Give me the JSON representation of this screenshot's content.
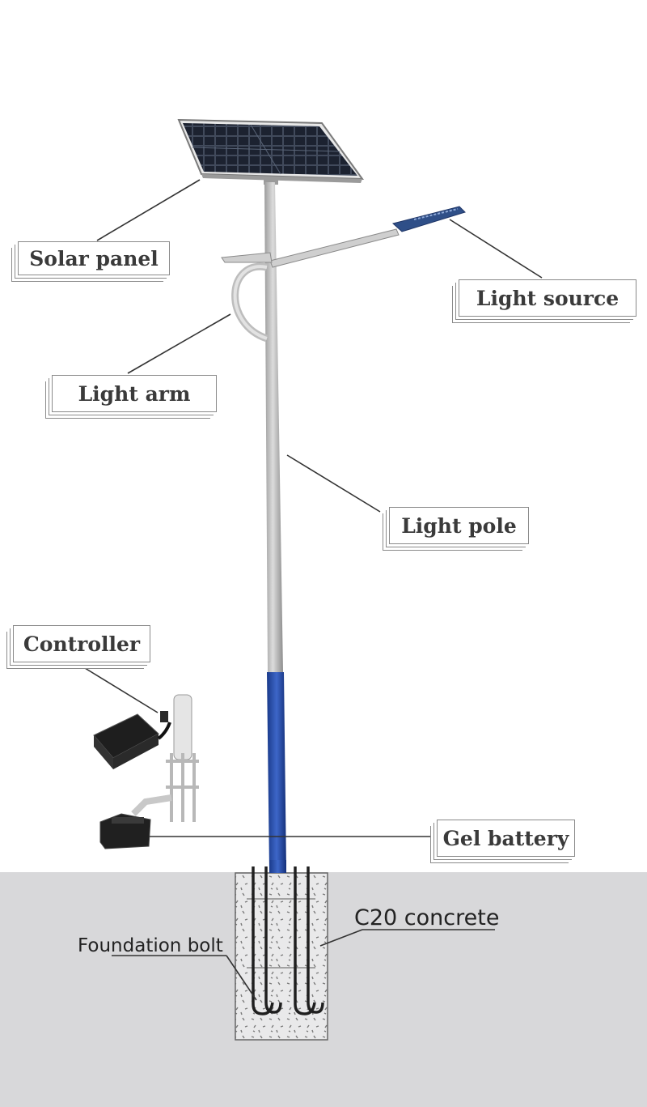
{
  "labels": {
    "solar_panel": "Solar panel",
    "light_source": "Light source",
    "light_arm": "Light arm",
    "light_pole": "Light pole",
    "controller": "Controller",
    "gel_battery": "Gel battery",
    "c20_concrete": "C20 concrete",
    "foundation_bolt": "Foundation bolt"
  },
  "colors": {
    "ground": "#d8d8da",
    "pole_upper": "#c4c4c4",
    "pole_lower": "#2b4fa8",
    "panel_cells": "#1c2230",
    "label_text": "#3a3a3a"
  }
}
